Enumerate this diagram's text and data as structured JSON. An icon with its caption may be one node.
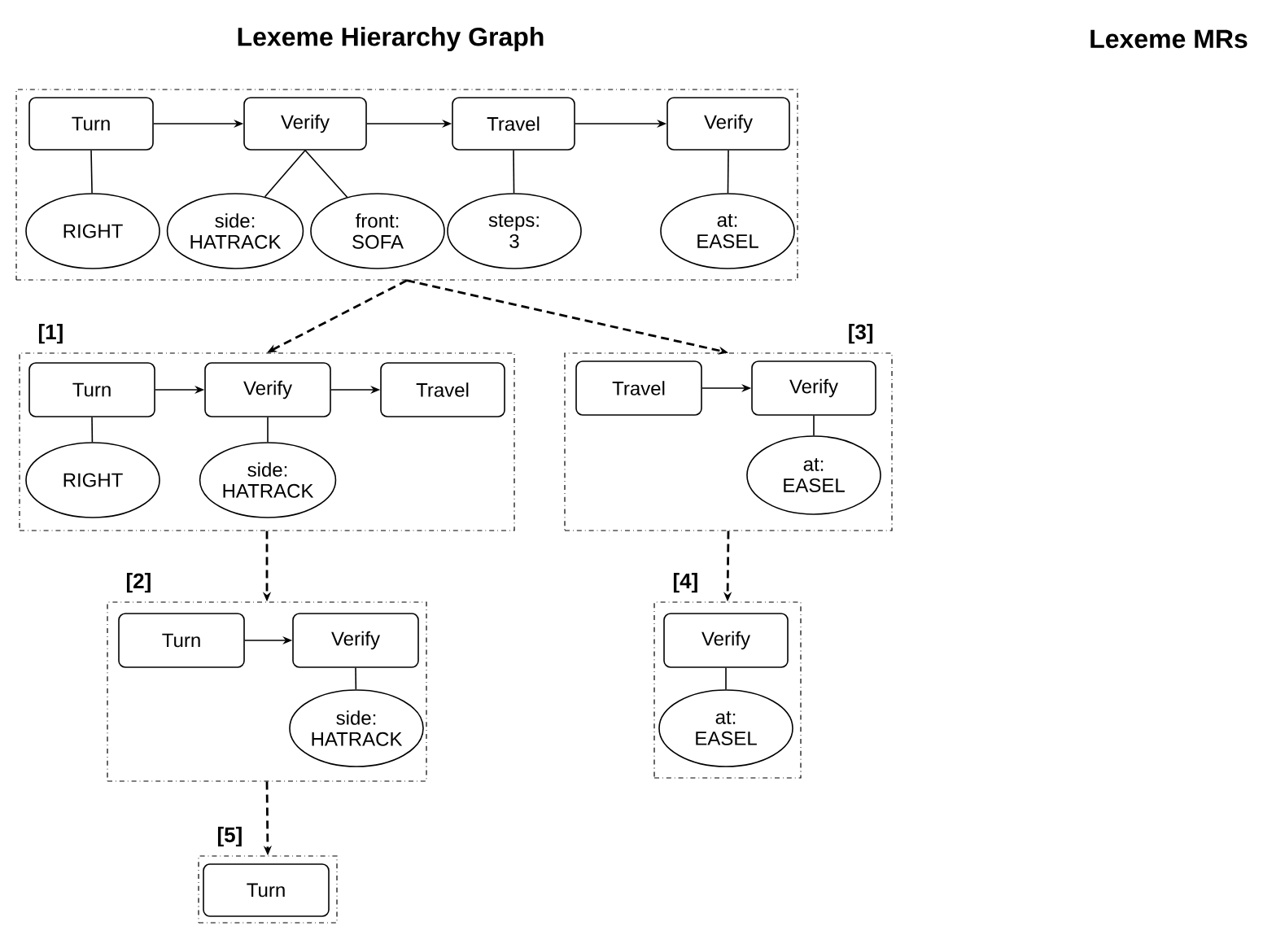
{
  "diagram": {
    "title": "Lexeme Hierarchy Graph",
    "nodes": [
      {
        "text": [],
        "shape": "box"
      },
      {
        "text": [
          "Turn"
        ],
        "in": 0
      },
      {
        "text": [
          "Verify"
        ],
        "in": 0
      },
      {
        "text": [
          "Travel"
        ],
        "in": 0
      },
      {
        "text": [
          "Verify"
        ],
        "in": 0
      },
      {
        "text": [
          "RIGHT"
        ],
        "in": 0
      },
      {
        "text": [
          "side: HATRACK"
        ],
        "in": 0
      },
      {
        "text": [
          "front: SOFA"
        ],
        "in": 0
      },
      {
        "text": [
          "steps: 3"
        ],
        "in": 0
      },
      {
        "text": [
          "at: EASEL"
        ],
        "in": 0
      },
      {
        "text": [
          "[1]"
        ]
      },
      {
        "text": [
          "Turn"
        ],
        "in": 10
      },
      {
        "text": [
          "Verify"
        ],
        "in": 10
      },
      {
        "text": [
          "Travel"
        ],
        "in": 10
      },
      {
        "text": [
          "RIGHT"
        ],
        "in": 10
      },
      {
        "text": [
          "side: HATRACK"
        ],
        "in": 10
      },
      {
        "text": [
          "[3]"
        ]
      },
      {
        "text": [
          "Travel"
        ],
        "in": 16
      },
      {
        "text": [
          "Verify"
        ],
        "in": 16
      },
      {
        "text": [
          "at: EASEL"
        ],
        "in": 16
      },
      {
        "text": [
          "[2]"
        ]
      },
      {
        "text": [
          "Turn"
        ],
        "in": 20
      },
      {
        "text": [
          "Verify"
        ],
        "in": 20
      },
      {
        "text": [
          "side: HATRACK"
        ],
        "in": 20
      },
      {
        "text": [
          "[4]"
        ]
      },
      {
        "text": [
          "Verify"
        ],
        "in": 24
      },
      {
        "text": [
          "at: EASEL"
        ],
        "in": 24
      },
      {
        "text": [
          "[5]"
        ]
      },
      {
        "text": [
          "Turn"
        ],
        "in": 27
      }
    ],
    "edges": [
      {
        "from": 1,
        "to": 2,
        "arrow": "to"
      },
      {
        "from": 2,
        "to": 3,
        "arrow": "to"
      },
      {
        "from": 3,
        "to": 4,
        "arrow": "to"
      },
      {
        "from": 1,
        "to": 5,
        "arrow": "none"
      },
      {
        "from": 2,
        "to": 6,
        "arrow": "none"
      },
      {
        "from": 2,
        "to": 7,
        "arrow": "none"
      },
      {
        "from": 3,
        "to": 8,
        "arrow": "none"
      },
      {
        "from": 4,
        "to": 9,
        "arrow": "none"
      },
      {
        "from": 0,
        "to": 10,
        "arrow": "to",
        "style": "dashed"
      },
      {
        "from": 0,
        "to": 16,
        "arrow": "to",
        "style": "dashed"
      },
      {
        "from": 11,
        "to": 12,
        "arrow": "to"
      },
      {
        "from": 12,
        "to": 13,
        "arrow": "to"
      },
      {
        "from": 11,
        "to": 14,
        "arrow": "none"
      },
      {
        "from": 12,
        "to": 15,
        "arrow": "none"
      },
      {
        "from": 17,
        "to": 18,
        "arrow": "to"
      },
      {
        "from": 18,
        "to": 19,
        "arrow": "none"
      },
      {
        "from": 10,
        "to": 20,
        "arrow": "to",
        "style": "dashed"
      },
      {
        "from": 16,
        "to": 24,
        "arrow": "to",
        "style": "dashed"
      },
      {
        "from": 21,
        "to": 22,
        "arrow": "to"
      },
      {
        "from": 22,
        "to": 23,
        "arrow": "none"
      },
      {
        "from": 25,
        "to": 26,
        "arrow": "none"
      },
      {
        "from": 20,
        "to": 27,
        "arrow": "to",
        "style": "dashed"
      }
    ],
    "labels": [
      "Lexeme MRs"
    ]
  }
}
